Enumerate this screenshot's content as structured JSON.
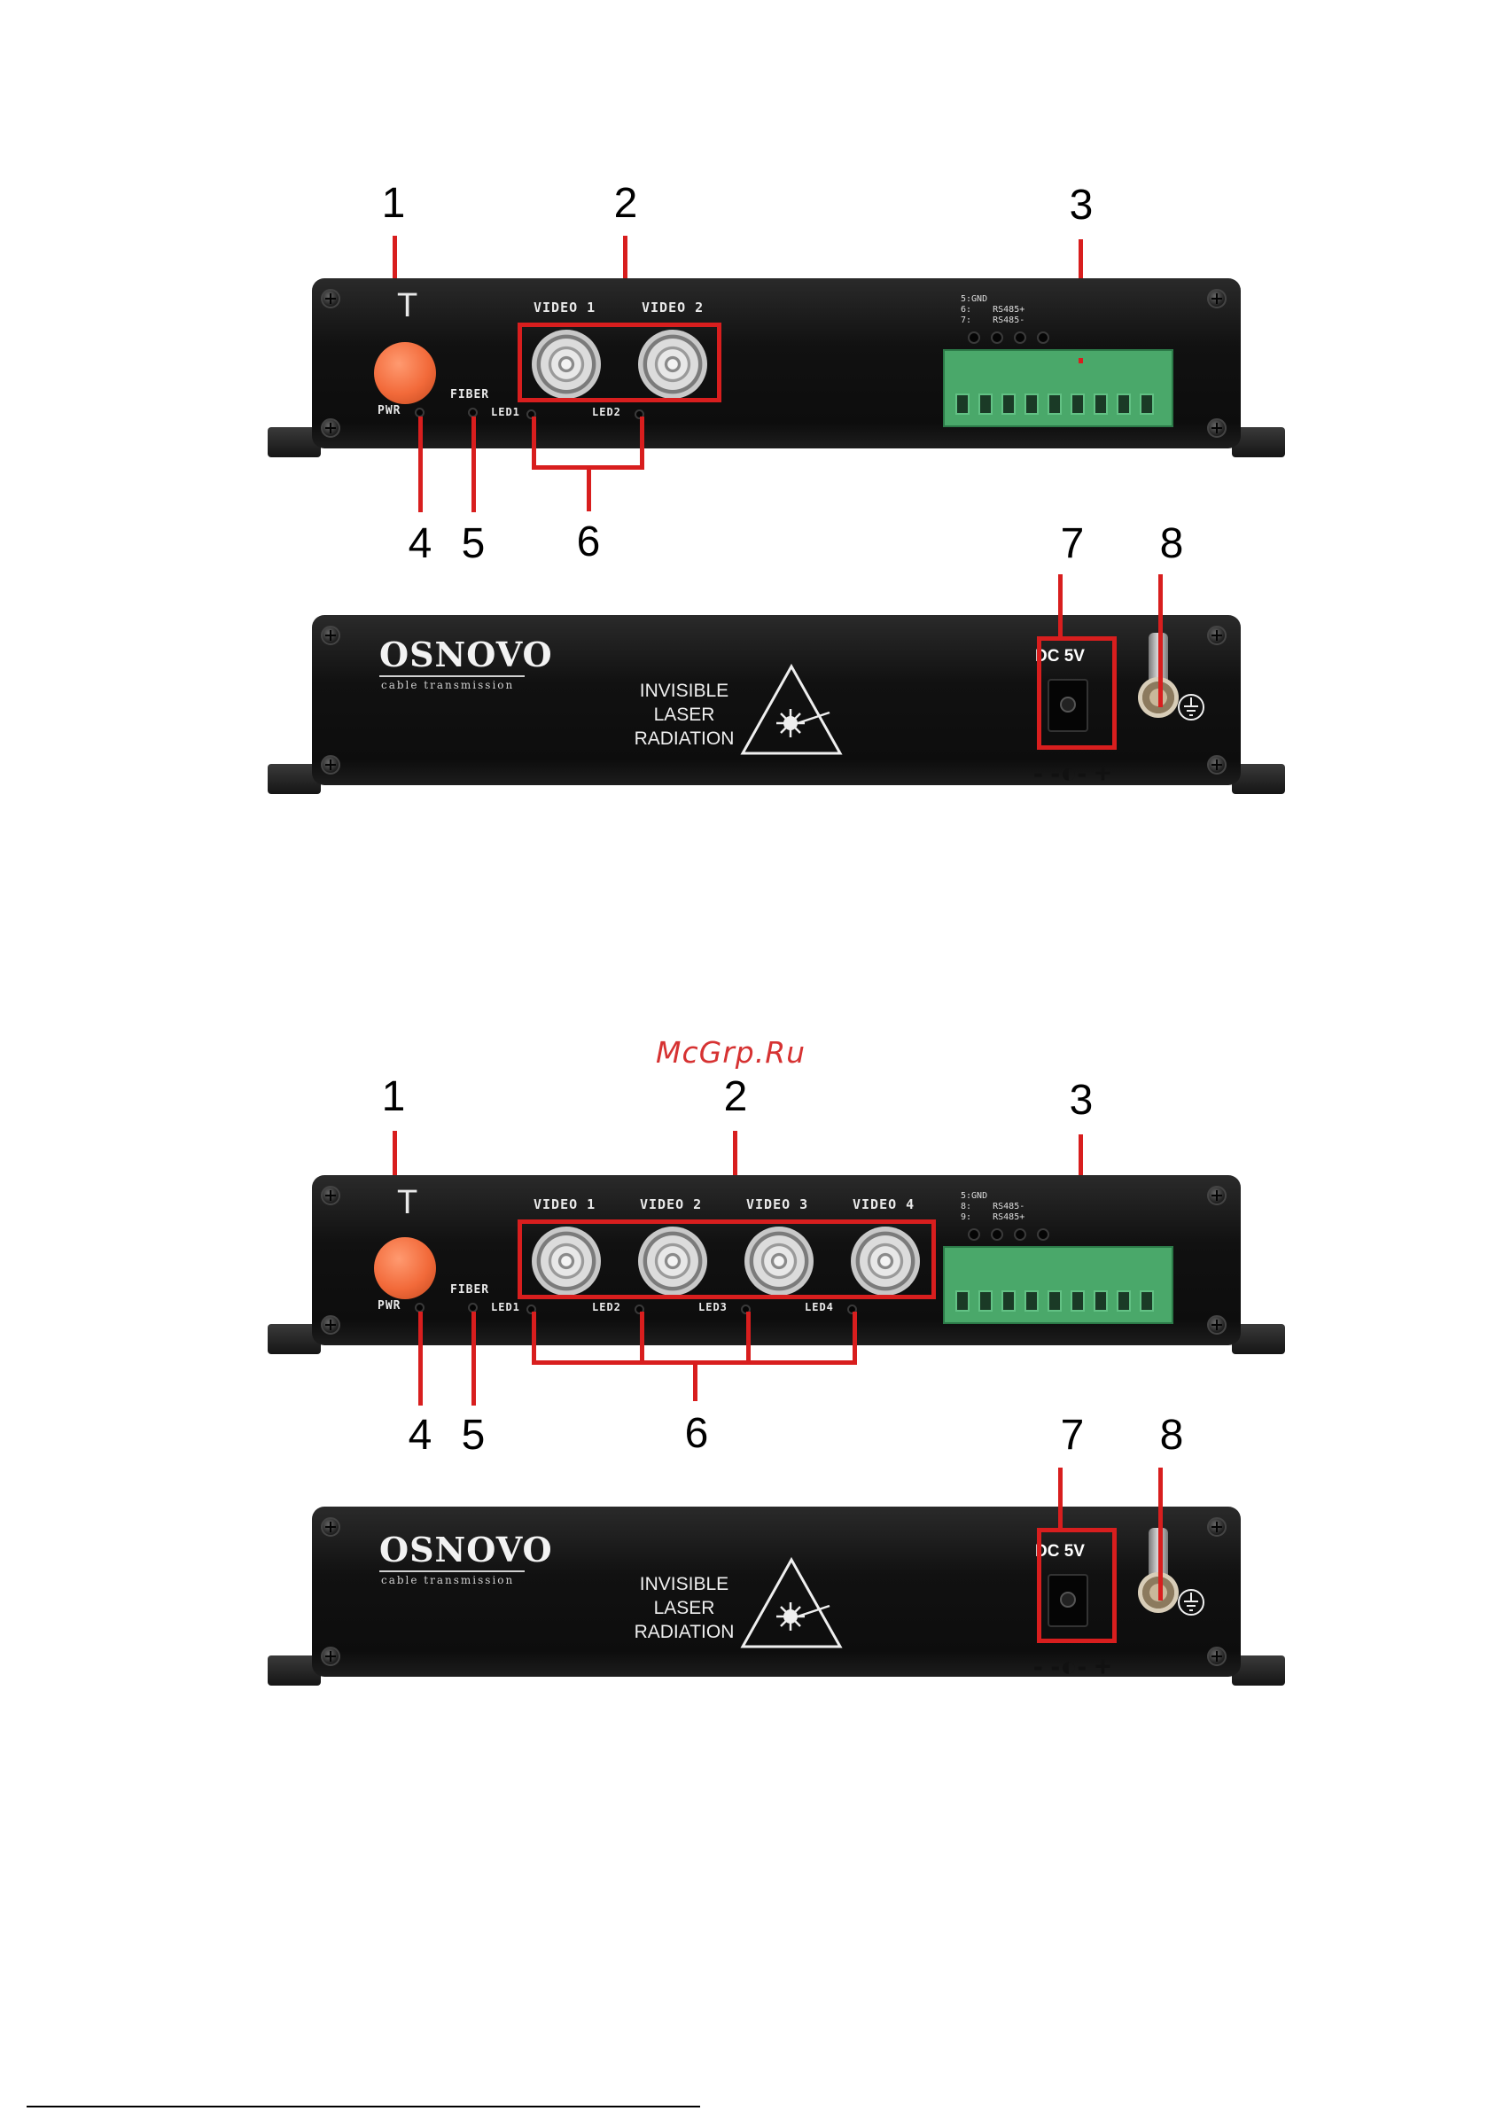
{
  "watermark": "McGrp.Ru",
  "device_2ch": {
    "callouts": [
      "1",
      "2",
      "3",
      "4",
      "5",
      "6",
      "7",
      "8"
    ],
    "front": {
      "button_label": "T",
      "pwr_label": "PWR",
      "fiber_label": "FIBER",
      "video_labels": [
        "VIDEO 1",
        "VIDEO 2"
      ],
      "led_labels": [
        "LED1",
        "LED2"
      ],
      "terminal_pins": "5:GND\n6:    RS485+\n7:    RS485-"
    },
    "rear": {
      "brand": "OSNOVO",
      "brand_sub": "cable transmission",
      "laser_warning": [
        "INVISIBLE",
        "LASER",
        "RADIATION"
      ],
      "power_label": "DC 5V",
      "polarity": "- -◐- +"
    }
  },
  "device_4ch": {
    "callouts": [
      "1",
      "2",
      "3",
      "4",
      "5",
      "6",
      "7",
      "8"
    ],
    "front": {
      "button_label": "T",
      "pwr_label": "PWR",
      "fiber_label": "FIBER",
      "video_labels": [
        "VIDEO 1",
        "VIDEO 2",
        "VIDEO 3",
        "VIDEO 4"
      ],
      "led_labels": [
        "LED1",
        "LED2",
        "LED3",
        "LED4"
      ],
      "terminal_pins": "5:GND\n8:    RS485-\n9:    RS485+"
    },
    "rear": {
      "brand": "OSNOVO",
      "brand_sub": "cable transmission",
      "laser_warning": [
        "INVISIBLE",
        "LASER",
        "RADIATION"
      ],
      "power_label": "DC 5V",
      "polarity": "- -◐- +"
    }
  },
  "colors": {
    "callout_red": "#d81e1e",
    "button_orange": "#f26a3a",
    "terminal_green": "#4aa86a"
  }
}
